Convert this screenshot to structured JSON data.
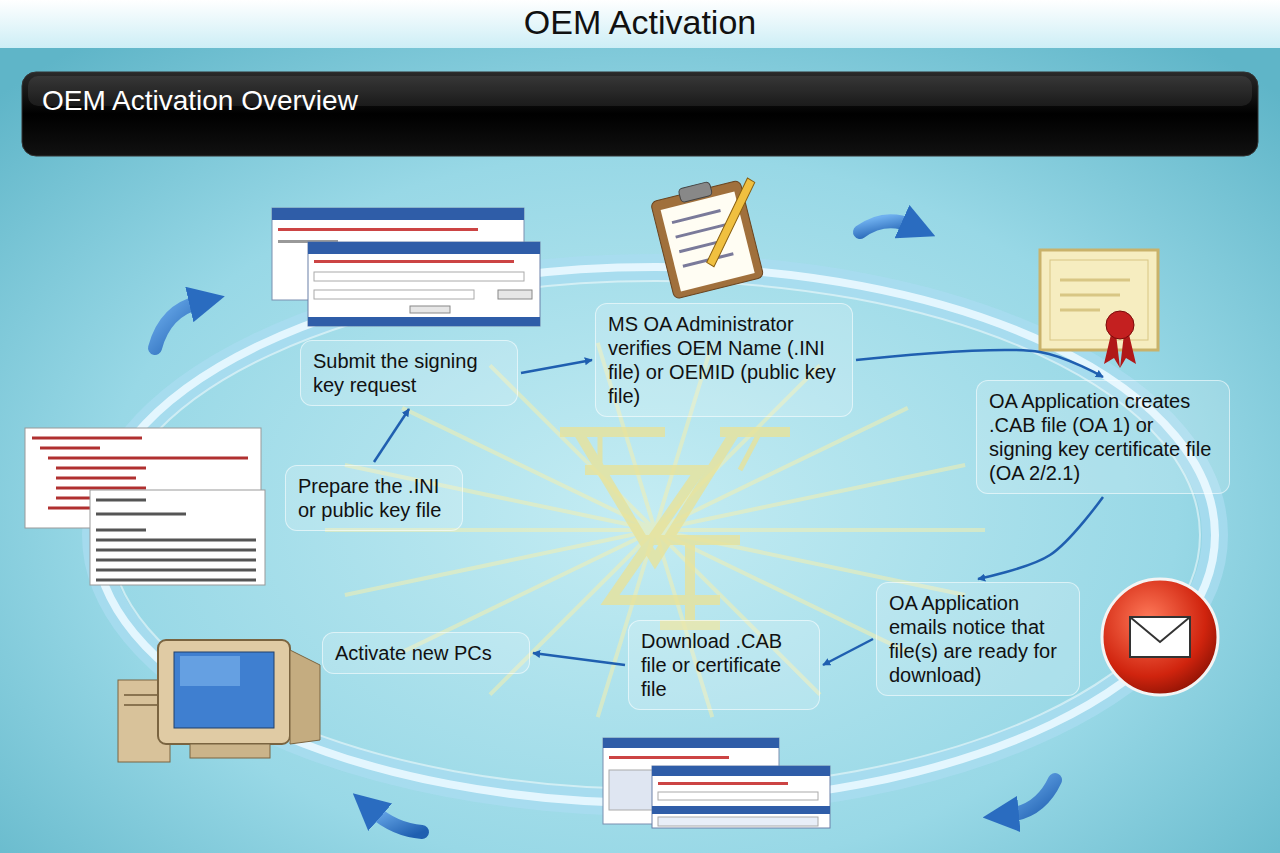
{
  "diagram": {
    "title": "OEM Activation",
    "nodes": [
      {
        "text": [
          "Prepare the .INI or public key file"
        ]
      },
      {
        "text": [
          "Submit the signing key request"
        ]
      },
      {
        "text": [
          "MS OA Administrator verifies OEM Name (.INI file) or OEMID (public key file)"
        ]
      },
      {
        "text": [
          "OA Application creates .CAB file (OA 1) or signing key certificate file (OA 2/2.1)"
        ]
      },
      {
        "text": [
          "OA Application emails notice that file(s) are ready for download)"
        ]
      },
      {
        "text": [
          "Download .CAB file or certificate file"
        ]
      },
      {
        "text": [
          "Activate new PCs"
        ]
      }
    ],
    "edges": [
      {
        "from": 0,
        "to": 1,
        "arrow": "to"
      },
      {
        "from": 1,
        "to": 2,
        "arrow": "to"
      },
      {
        "from": 2,
        "to": 3,
        "arrow": "to"
      },
      {
        "from": 3,
        "to": 4,
        "arrow": "to"
      },
      {
        "from": 4,
        "to": 5,
        "arrow": "to"
      },
      {
        "from": 5,
        "to": 6,
        "arrow": "to"
      }
    ],
    "labels": [
      "OEM Activation Overview"
    ]
  }
}
